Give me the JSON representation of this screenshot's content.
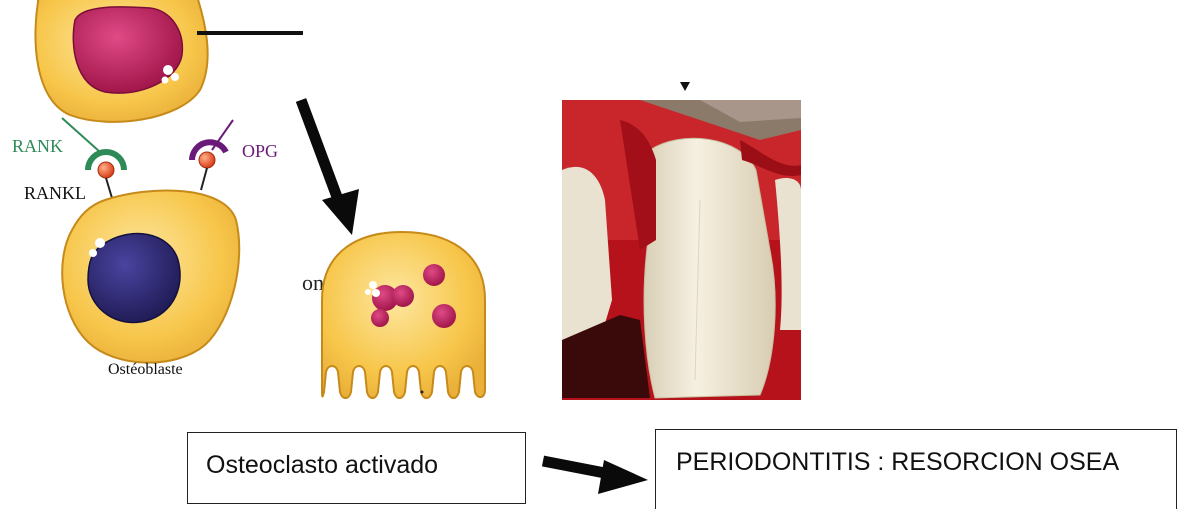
{
  "labels": {
    "rank": "RANK",
    "rankl": "RANKL",
    "opg": "OPG",
    "osteoblast": "Ostéoblaste",
    "partial_text": "on"
  },
  "boxes": {
    "osteoclast_activated": "Osteoclasto activado",
    "periodontitis": "PERIODONTITIS : RESORCION OSEA"
  },
  "colors": {
    "cell_fill": "#f7c64a",
    "cell_stroke": "#c68a1a",
    "nucleus_precursor": "#c2185b",
    "nucleus_osteoblast": "#2e2a6b",
    "rank": "#2e8b57",
    "opg": "#6a1b7a",
    "ligand": "#e8501e",
    "tissue_red": "#b5121b",
    "tooth": "#f1ead8"
  }
}
